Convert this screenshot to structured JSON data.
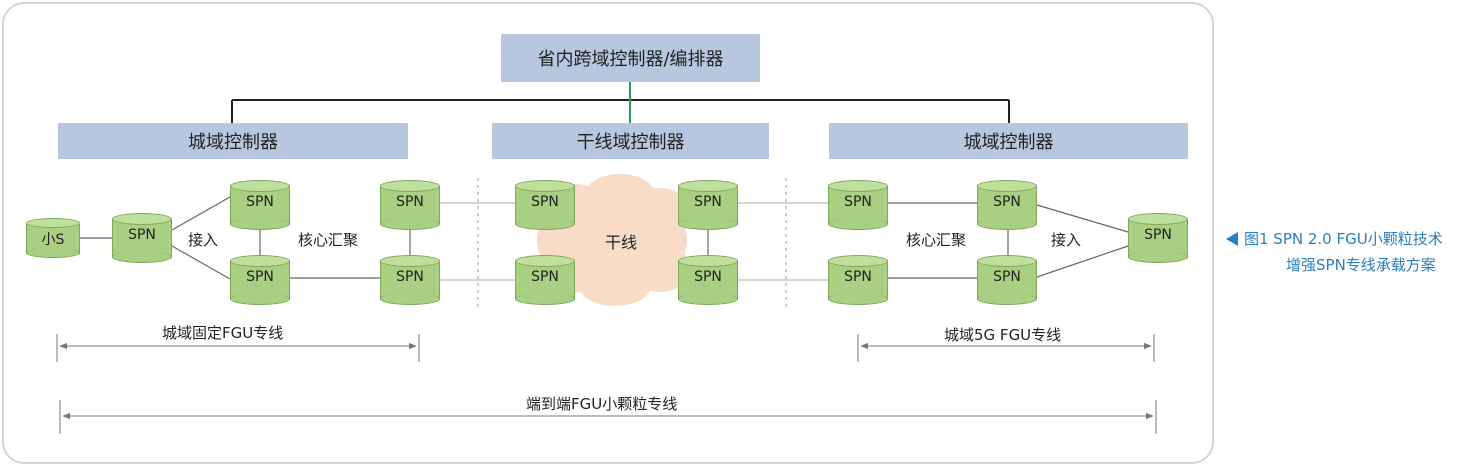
{
  "controllers": {
    "top": "省内跨域控制器/编排器",
    "left": "城域控制器",
    "middle": "干线域控制器",
    "right": "城域控制器"
  },
  "nodes": {
    "small_s": "小S",
    "spn": "SPN"
  },
  "labels": {
    "access_left": "接入",
    "core_left": "核心汇聚",
    "trunk": "干线",
    "core_right": "核心汇聚",
    "access_right": "接入"
  },
  "spans": {
    "left_fixed": "城域固定FGU专线",
    "right_5g": "城域5G FGU专线",
    "end_to_end": "端到端FGU小颗粒专线"
  },
  "caption": {
    "line1": "图1  SPN 2.0 FGU小颗粒技术",
    "line2": "增强SPN专线承载方案"
  },
  "colors": {
    "controller_fill": "#b8c7e0",
    "spn_fill": "#a8cf82",
    "cloud_fill": "#f8dcc8",
    "caption": "#2a7fc0",
    "hierarchy_line": "#222222",
    "top_link": "#2e9a5e"
  }
}
